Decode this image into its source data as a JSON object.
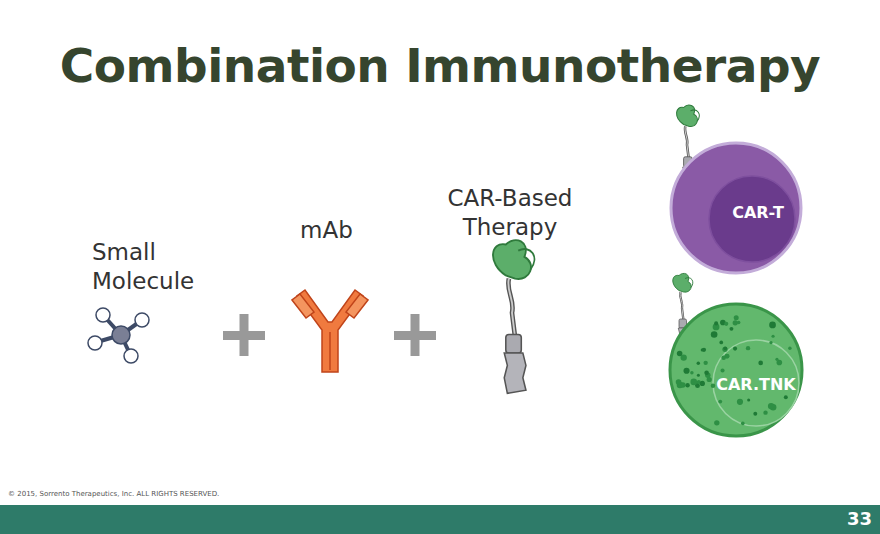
{
  "diagram": {
    "title": "Combination Immunotherapy",
    "nodes": [
      {
        "text": [
          "CAR-T"
        ]
      },
      {
        "text": [
          "CAR.TNK"
        ]
      }
    ],
    "labels": [
      "Small Molecule",
      "mAb",
      "CAR-Based Therapy",
      "© 2015, Sorrento Therapeutics, Inc. ALL RIGHTS RESERVED.",
      "33"
    ]
  }
}
